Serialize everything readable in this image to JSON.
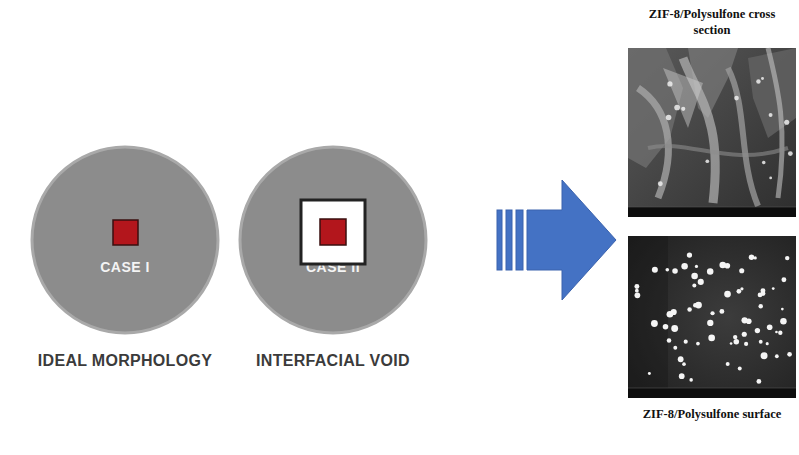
{
  "diagram": {
    "nodes": [
      {
        "text": [
          "CASE I",
          "IDEAL MORPHOLOGY"
        ]
      },
      {
        "text": [
          "CASE II",
          "INTERFACIAL VOID"
        ]
      },
      {
        "text": [
          "ZIF-8/Polysulfone cross section"
        ]
      },
      {
        "text": [
          "ZIF-8/Polysulfone surface"
        ]
      }
    ]
  }
}
